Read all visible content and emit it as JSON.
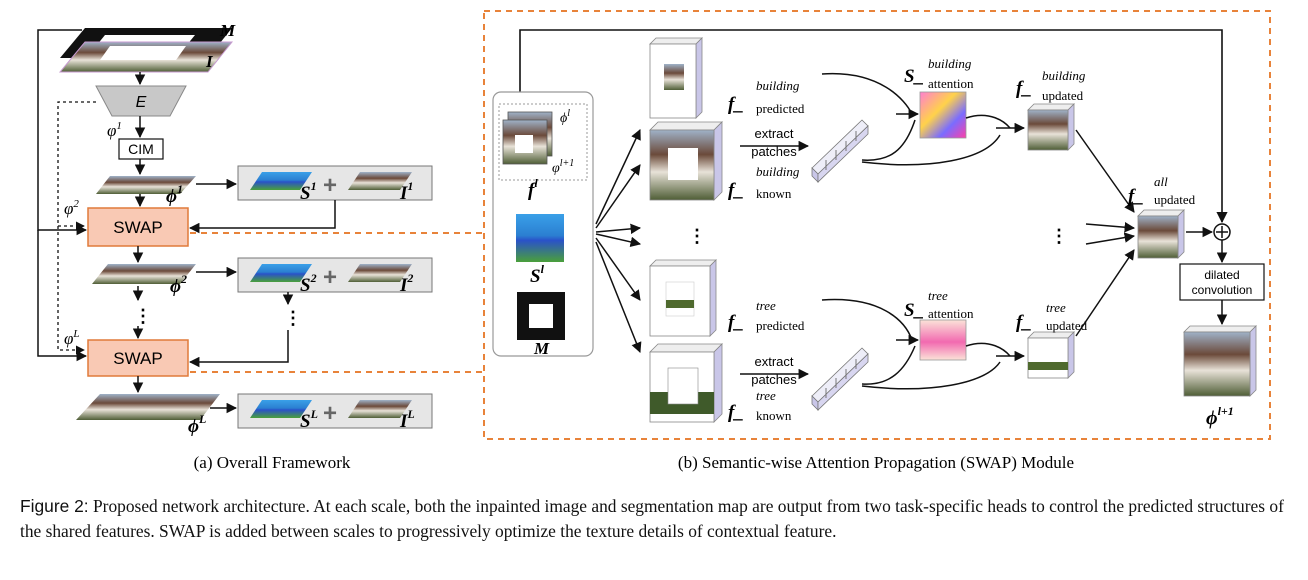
{
  "figure": {
    "left_panel": {
      "caption": "(a) Overall Framework",
      "mask_label": "M",
      "image_label": "I",
      "encoder_label": "E",
      "phi1_label": "φ",
      "phi1_sup": "1",
      "cim_label": "CIM",
      "swap_label": "SWAP",
      "phi2_label": "φ",
      "phi2_sup": "2",
      "phiL_label": "φ",
      "phiL_sup": "L",
      "feature1_label": "ϕ",
      "feature1_sup": "1",
      "feature2_label": "ϕ",
      "feature2_sup": "2",
      "featureL_label": "ϕ",
      "featureL_sup": "L",
      "seg_hat": "S",
      "img_hat": "I",
      "plus": "+",
      "sup1": "1",
      "sup2": "2",
      "supL": "L",
      "vdots": "⋮"
    },
    "right_panel": {
      "caption": "(b) Semantic-wise Attention Propagation (SWAP) Module",
      "f_label": "f",
      "f_sup": "l",
      "phi_l": "ϕ",
      "phi_l_sup": "l",
      "varphi": "φ",
      "varphi_sup": "l+1",
      "seg_label": "S",
      "seg_sup": "l",
      "mask_label": "M",
      "building": "building",
      "tree": "tree",
      "predicted": "predicted",
      "known": "known",
      "attention": "attention",
      "updated": "updated",
      "all": "all",
      "extract_line1": "extract",
      "extract_line2": "patches",
      "dilated_line1": "dilated",
      "dilated_line2": "convolution",
      "out_label": "ϕ",
      "out_sup": "l+1",
      "f_italic": "f",
      "s_italic": "S",
      "subscript_dash": "_",
      "vdots": "⋮"
    }
  },
  "caption": {
    "label": "Figure 2:",
    "text": "Proposed network architecture. At each scale, both the inpainted image and segmentation map are output from two task-specific heads to control the predicted structures of the shared features. SWAP is added between scales to progressively optimize the texture details of contextual feature."
  },
  "colors": {
    "swap_fill": "#f9c9b4",
    "swap_stroke": "#e07a3a",
    "dashed_orange": "#e8833a",
    "encoder_fill": "#c8c8c8",
    "box_gray": "#e8e8e8",
    "cube_side": "#c9c6e8"
  }
}
